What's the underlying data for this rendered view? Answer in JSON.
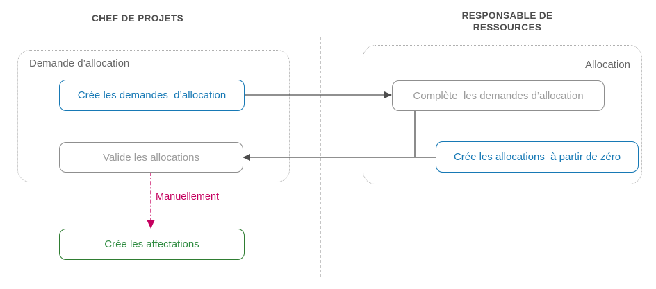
{
  "headers": {
    "left": "CHEF DE PROJETS",
    "right": "RESPONSABLE DE RESSOURCES"
  },
  "groups": {
    "left": {
      "label": "Demande d’allocation"
    },
    "right": {
      "label": "Allocation"
    }
  },
  "nodes": {
    "create_requests": {
      "label": "Crée les demandes  d’allocation",
      "style": "blue"
    },
    "complete_requests": {
      "label": "Complète  les demandes d’allocation",
      "style": "gray"
    },
    "validate_allocations": {
      "label": "Valide les allocations",
      "style": "gray"
    },
    "create_allocations": {
      "label": "Crée les allocations  à partir de zéro",
      "style": "blue"
    },
    "create_assignments": {
      "label": "Crée les affectations",
      "style": "green"
    }
  },
  "edges": {
    "manual_label": "Manuellement"
  },
  "colors": {
    "accent_blue": "#1779b5",
    "inactive_gray_border": "#8f8f8f",
    "inactive_gray_text": "#9b9b9b",
    "green_border": "#2f7d32",
    "green_text": "#2e8b40",
    "manual_magenta": "#c5005f",
    "header_text": "#4d4d4d",
    "group_label_text": "#666666",
    "connector_line": "#4d4d4d",
    "separator_line": "#9e9e9e",
    "group_border": "#b0b0b0"
  }
}
